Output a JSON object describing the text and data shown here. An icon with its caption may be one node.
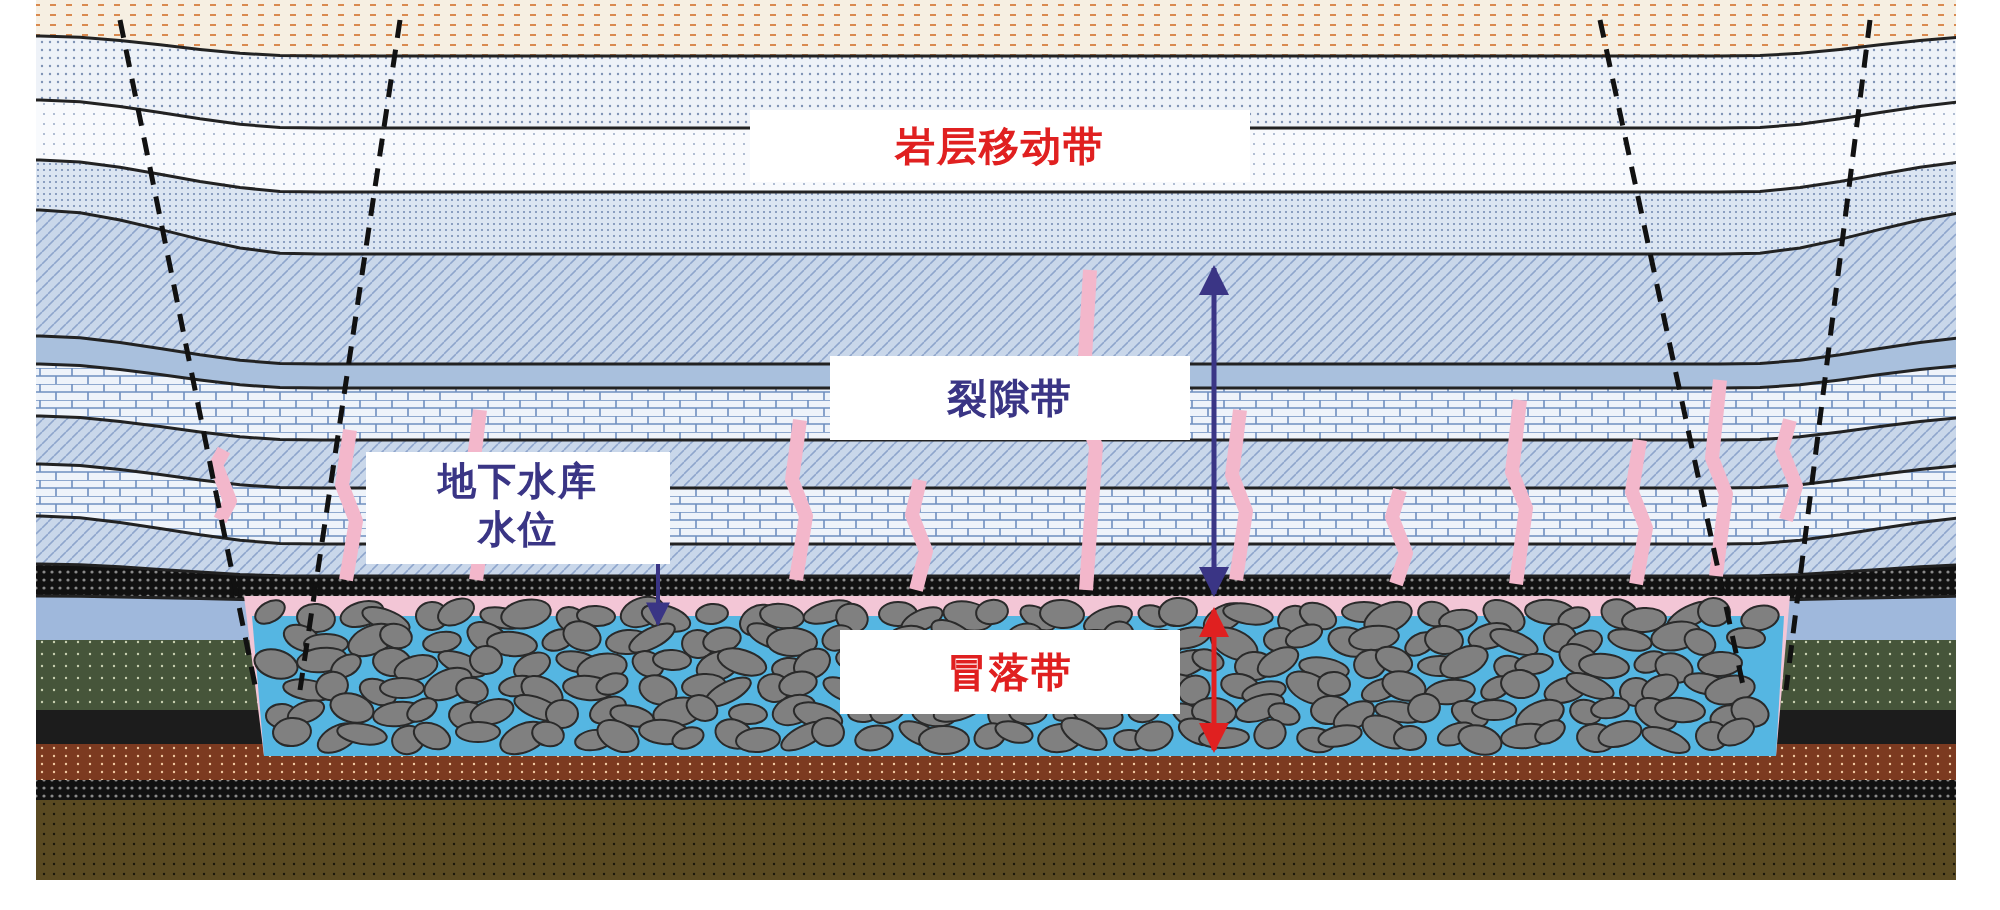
{
  "diagram": {
    "nodes": [
      {
        "text": [
          "岩层移动带"
        ]
      },
      {
        "text": [
          "裂隙带"
        ]
      },
      {
        "text": [
          "地下水库水位"
        ]
      },
      {
        "text": [
          "冒落带"
        ]
      }
    ]
  }
}
